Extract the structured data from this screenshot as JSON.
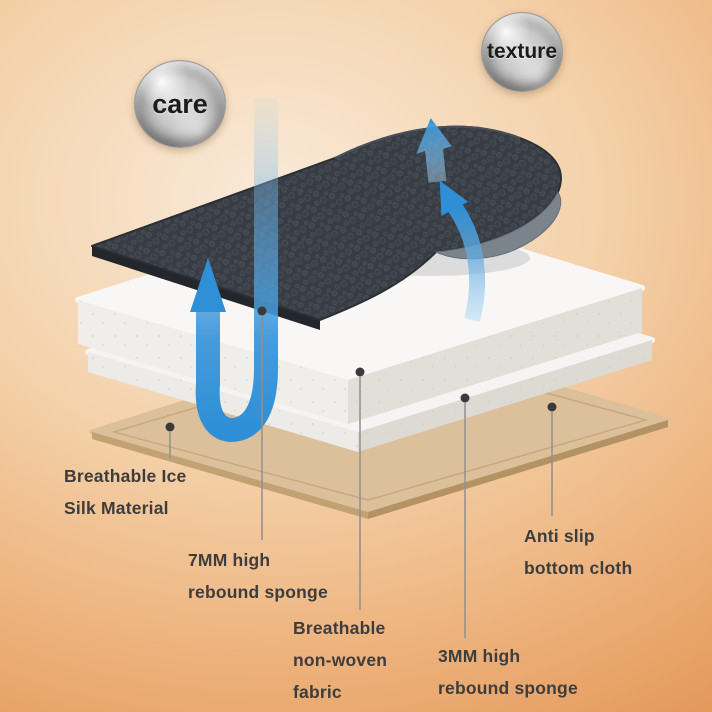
{
  "badges": {
    "care": {
      "label": "care"
    },
    "texture": {
      "label": "texture"
    }
  },
  "labels": {
    "ice_silk": {
      "line1": "Breathable Ice",
      "line2": "Silk Material"
    },
    "sponge_7mm": {
      "line1": "7MM high",
      "line2": "rebound sponge"
    },
    "non_woven": {
      "line1": "Breathable",
      "line2": "non-woven",
      "line3": "fabric"
    },
    "sponge_3mm": {
      "line1": "3MM high",
      "line2": "rebound sponge"
    },
    "anti_slip": {
      "line1": "Anti slip",
      "line2": "bottom cloth"
    }
  },
  "layers": [
    {
      "name": "ice-silk-cover",
      "label": "Breathable Ice Silk Material",
      "color": "#383d44"
    },
    {
      "name": "sponge-7mm",
      "label": "7MM high rebound sponge",
      "color": "#f8f7f5"
    },
    {
      "name": "non-woven-fabric",
      "label": "Breathable non-woven fabric",
      "color": "#f5f4f2"
    },
    {
      "name": "sponge-3mm",
      "label": "3MM high rebound sponge",
      "color": "#f0efec"
    },
    {
      "name": "anti-slip-cloth",
      "label": "Anti slip bottom cloth",
      "color": "#dcc09b"
    }
  ],
  "colors": {
    "arrow_blue": "#3e97da",
    "background_center": "#f9ead9",
    "background_edge": "#e0904e",
    "ice_silk_dark": "#383d44",
    "sponge_white": "#f8f7f5",
    "bottom_cloth_tan": "#dcc09b",
    "label_text": "#3d3d3d"
  }
}
